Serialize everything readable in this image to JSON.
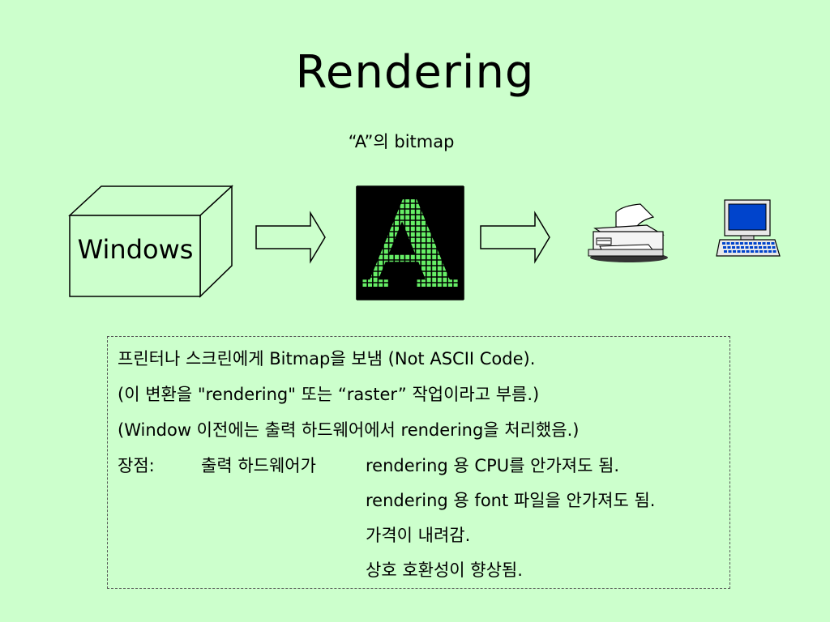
{
  "slide": {
    "title": "Rendering",
    "bitmap_caption": "“A”의 bitmap",
    "box_label": "Windows",
    "glyph_letter": "A"
  },
  "colors": {
    "background": "#ccffcc",
    "glyph_fill": "#66ee66",
    "bitmap_background": "#000000",
    "monitor_screen": "#0044cc"
  },
  "icons": {
    "printer": "printer-icon",
    "computer": "computer-icon"
  },
  "notes": {
    "line1": "프린터나 스크린에게 Bitmap을 보냄 (Not ASCII Code).",
    "line2": "(이 변환을 \"rendering\" 또는 “raster” 작업이라고 부름.)",
    "line3": "(Window 이전에는 출력 하드웨어에서 rendering을 처리했음.)",
    "advantages_label": "장점:",
    "advantages_sub": "출력 하드웨어가",
    "advantages": [
      "rendering 용 CPU를 안가져도 됨.",
      "rendering 용 font 파일을 안가져도 됨.",
      "가격이 내려감.",
      "상호 호환성이 향상됨."
    ]
  }
}
